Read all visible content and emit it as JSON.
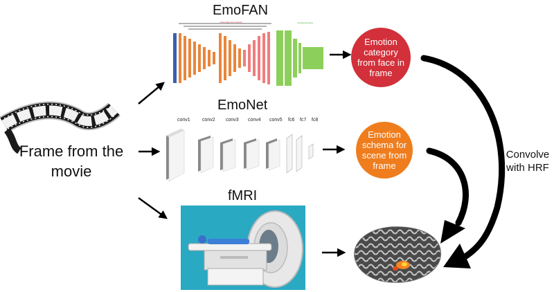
{
  "frame_label": "Frame from the movie",
  "models": {
    "emofan": {
      "title": "EmoFAN"
    },
    "emonet": {
      "title": "EmoNet",
      "layers": [
        "conv1",
        "conv2",
        "conv3",
        "conv4",
        "conv5",
        "fc6",
        "fc7",
        "fc8"
      ]
    },
    "fmri": {
      "title": "fMRI"
    }
  },
  "outputs": {
    "emofan_output": {
      "text": "Emotion category from face in frame",
      "color": "#d2303a"
    },
    "emonet_output": {
      "text": "Emotion schema for scene from frame",
      "color": "#ef7d1e"
    }
  },
  "convolve_label": "Convolve with HRF",
  "colors": {
    "emofan_orange": "#e8863c",
    "emofan_pink": "#f07d7d",
    "emofan_blue": "#3a5fb0",
    "emofan_green": "#8ccf5a",
    "mri_background": "#2aa9c3",
    "brain_activation": "#f5861f"
  }
}
